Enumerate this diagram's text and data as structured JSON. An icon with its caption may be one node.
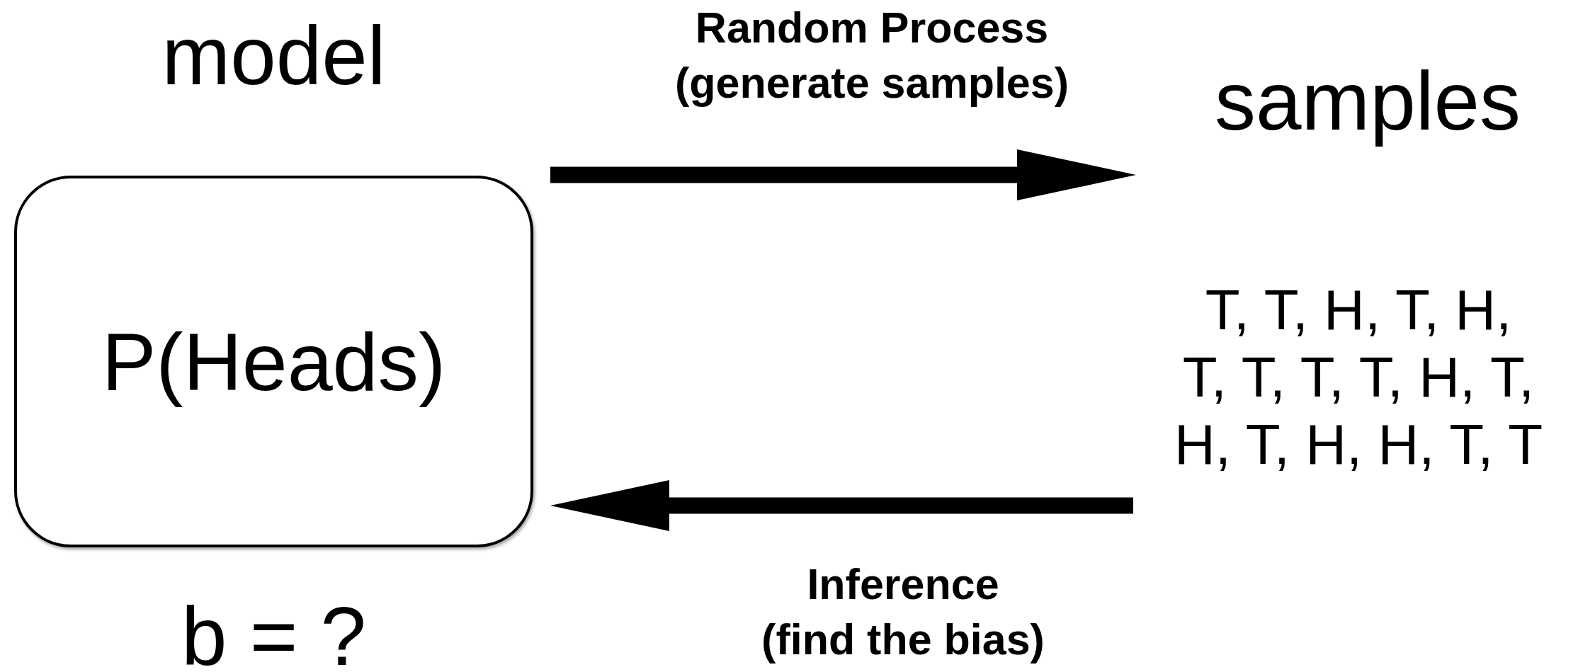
{
  "diagram": {
    "nodes": [
      {
        "text": [
          "model",
          "P(Heads)"
        ],
        "beside": [
          "b = ?"
        ]
      },
      {
        "text": [
          "samples",
          "T, T, H, T, H, T, T, T, T, H, T, H, T, H, H, T, T"
        ]
      }
    ],
    "edges": [
      {
        "from": 0,
        "to": 1,
        "arrow": "to",
        "label": "Random Process (generate samples)"
      },
      {
        "from": 1,
        "to": 0,
        "arrow": "to",
        "label": "Inference (find the bias)"
      }
    ]
  }
}
